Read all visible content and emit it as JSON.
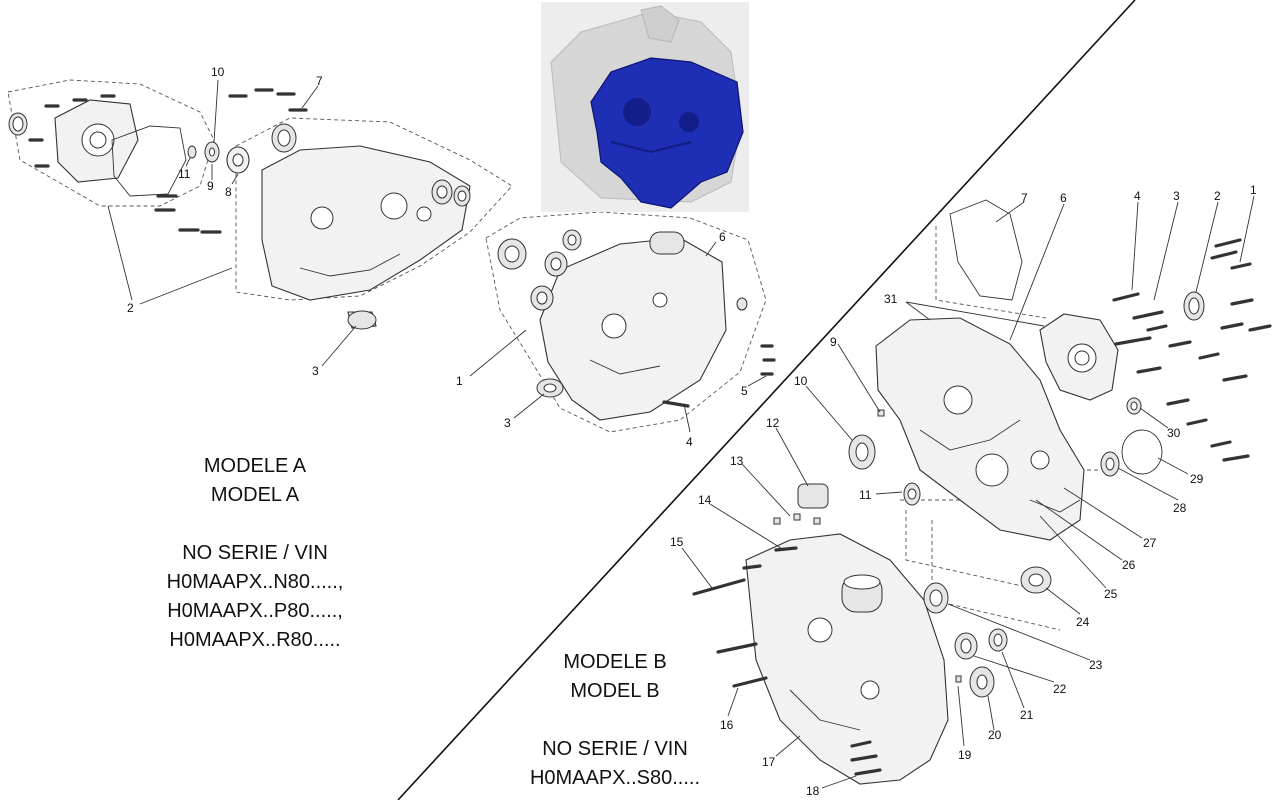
{
  "model_a": {
    "line1": "MODELE A",
    "line2": "MODEL A",
    "serial_header": "NO SERIE / VIN",
    "serials": [
      "H0MAAPX..N80.....,",
      "H0MAAPX..P80.....,",
      "H0MAAPX..R80....."
    ]
  },
  "model_b": {
    "line1": "MODELE B",
    "line2": "MODEL B",
    "serial_header": "NO SERIE / VIN",
    "serials": [
      "H0MAAPX..S80....."
    ]
  },
  "callouts_a": [
    "1",
    "2",
    "3",
    "3",
    "4",
    "5",
    "6",
    "7",
    "8",
    "9",
    "10",
    "11"
  ],
  "callouts_b": [
    "1",
    "2",
    "3",
    "4",
    "6",
    "7",
    "9",
    "10",
    "11",
    "12",
    "13",
    "14",
    "15",
    "16",
    "17",
    "18",
    "19",
    "20",
    "21",
    "22",
    "23",
    "24",
    "25",
    "26",
    "27",
    "28",
    "29",
    "30",
    "31"
  ],
  "colors": {
    "thumbnail_highlight": "#1f2fb5",
    "line": "#333333"
  }
}
